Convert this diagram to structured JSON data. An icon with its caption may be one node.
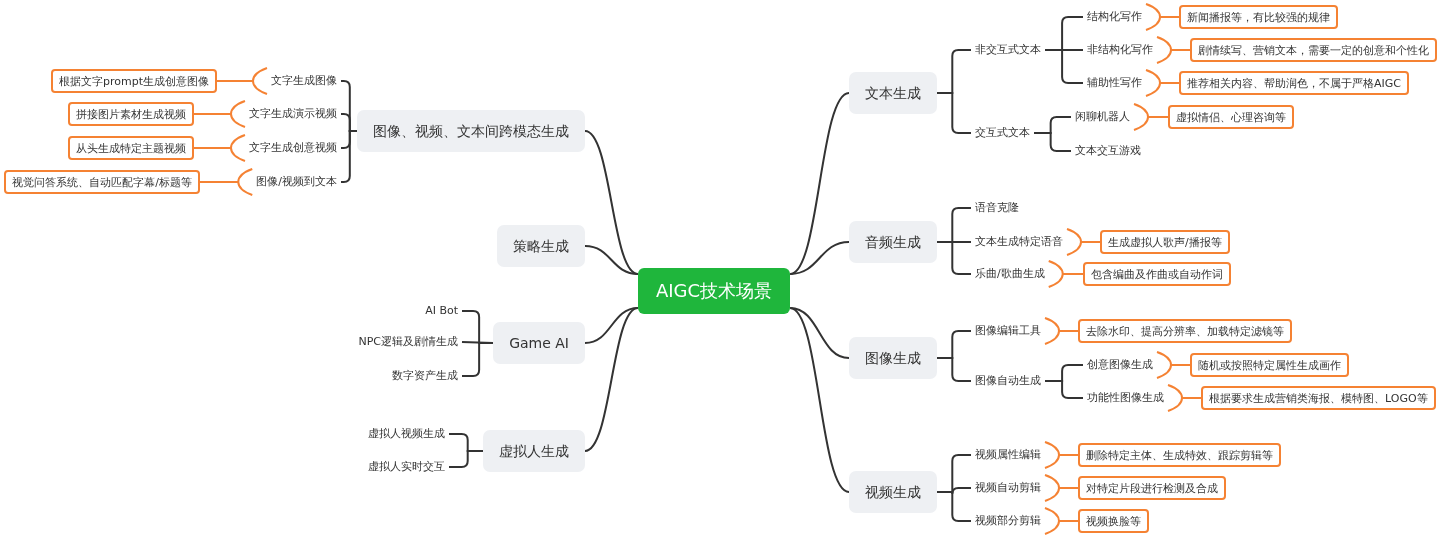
{
  "diagram": {
    "nodes": [
      {
        "text": [
          "AIGC技术场景"
        ]
      },
      {
        "text": [
          "图像、视频、文本间跨模态生成"
        ]
      },
      {
        "text": [
          "文字生成图像"
        ]
      },
      {
        "text": [
          "根据文字prompt生成创意图像"
        ]
      },
      {
        "text": [
          "文字生成演示视频"
        ]
      },
      {
        "text": [
          "拼接图片素材生成视频"
        ]
      },
      {
        "text": [
          "文字生成创意视频"
        ]
      },
      {
        "text": [
          "从头生成特定主题视频"
        ]
      },
      {
        "text": [
          "图像/视频到文本"
        ]
      },
      {
        "text": [
          "视觉问答系统、自动匹配字幕/标题等"
        ]
      },
      {
        "text": [
          "策略生成"
        ]
      },
      {
        "text": [
          "Game AI"
        ]
      },
      {
        "text": [
          "AI Bot"
        ]
      },
      {
        "text": [
          "NPC逻辑及剧情生成"
        ]
      },
      {
        "text": [
          "数字资产生成"
        ]
      },
      {
        "text": [
          "虚拟人生成"
        ]
      },
      {
        "text": [
          "虚拟人视频生成"
        ]
      },
      {
        "text": [
          "虚拟人实时交互"
        ]
      },
      {
        "text": [
          "文本生成"
        ]
      },
      {
        "text": [
          "非交互式文本"
        ]
      },
      {
        "text": [
          "结构化写作"
        ]
      },
      {
        "text": [
          "新闻播报等，有比较强的规律"
        ]
      },
      {
        "text": [
          "非结构化写作"
        ]
      },
      {
        "text": [
          "剧情续写、营销文本，需要一定的创意和个性化"
        ]
      },
      {
        "text": [
          "辅助性写作"
        ]
      },
      {
        "text": [
          "推荐相关内容、帮助润色，不属于严格AIGC"
        ]
      },
      {
        "text": [
          "交互式文本"
        ]
      },
      {
        "text": [
          "闲聊机器人"
        ]
      },
      {
        "text": [
          "虚拟情侣、心理咨询等"
        ]
      },
      {
        "text": [
          "文本交互游戏"
        ]
      },
      {
        "text": [
          "音频生成"
        ]
      },
      {
        "text": [
          "语音克隆"
        ]
      },
      {
        "text": [
          "文本生成特定语音"
        ]
      },
      {
        "text": [
          "生成虚拟人歌声/播报等"
        ]
      },
      {
        "text": [
          "乐曲/歌曲生成"
        ]
      },
      {
        "text": [
          "包含编曲及作曲或自动作词"
        ]
      },
      {
        "text": [
          "图像生成"
        ]
      },
      {
        "text": [
          "图像编辑工具"
        ]
      },
      {
        "text": [
          "去除水印、提高分辨率、加载特定滤镜等"
        ]
      },
      {
        "text": [
          "图像自动生成"
        ]
      },
      {
        "text": [
          "创意图像生成"
        ]
      },
      {
        "text": [
          "随机或按照特定属性生成画作"
        ]
      },
      {
        "text": [
          "功能性图像生成"
        ]
      },
      {
        "text": [
          "根据要求生成营销类海报、模特图、LOGO等"
        ]
      },
      {
        "text": [
          "视频生成"
        ]
      },
      {
        "text": [
          "视频属性编辑"
        ]
      },
      {
        "text": [
          "删除特定主体、生成特效、跟踪剪辑等"
        ]
      },
      {
        "text": [
          "视频自动剪辑"
        ]
      },
      {
        "text": [
          "对特定片段进行检测及合成"
        ]
      },
      {
        "text": [
          "视频部分剪辑"
        ]
      },
      {
        "text": [
          "视频换脸等"
        ]
      }
    ],
    "edges": [
      {
        "from": 0,
        "to": 1,
        "arrow": "none"
      },
      {
        "from": 0,
        "to": 10,
        "arrow": "none"
      },
      {
        "from": 0,
        "to": 11,
        "arrow": "none"
      },
      {
        "from": 0,
        "to": 15,
        "arrow": "none"
      },
      {
        "from": 0,
        "to": 18,
        "arrow": "none"
      },
      {
        "from": 0,
        "to": 30,
        "arrow": "none"
      },
      {
        "from": 0,
        "to": 36,
        "arrow": "none"
      },
      {
        "from": 0,
        "to": 44,
        "arrow": "none"
      },
      {
        "from": 1,
        "to": 2,
        "arrow": "none"
      },
      {
        "from": 1,
        "to": 4,
        "arrow": "none"
      },
      {
        "from": 1,
        "to": 6,
        "arrow": "none"
      },
      {
        "from": 1,
        "to": 8,
        "arrow": "none"
      },
      {
        "from": 2,
        "to": 3,
        "arrow": "none",
        "color": "#f58233"
      },
      {
        "from": 4,
        "to": 5,
        "arrow": "none",
        "color": "#f58233"
      },
      {
        "from": 6,
        "to": 7,
        "arrow": "none",
        "color": "#f58233"
      },
      {
        "from": 8,
        "to": 9,
        "arrow": "none",
        "color": "#f58233"
      },
      {
        "from": 11,
        "to": 12,
        "arrow": "none"
      },
      {
        "from": 11,
        "to": 13,
        "arrow": "none"
      },
      {
        "from": 11,
        "to": 14,
        "arrow": "none"
      },
      {
        "from": 15,
        "to": 16,
        "arrow": "none"
      },
      {
        "from": 15,
        "to": 17,
        "arrow": "none"
      },
      {
        "from": 18,
        "to": 19,
        "arrow": "none"
      },
      {
        "from": 18,
        "to": 26,
        "arrow": "none"
      },
      {
        "from": 19,
        "to": 20,
        "arrow": "none"
      },
      {
        "from": 19,
        "to": 22,
        "arrow": "none"
      },
      {
        "from": 19,
        "to": 24,
        "arrow": "none"
      },
      {
        "from": 20,
        "to": 21,
        "arrow": "none",
        "color": "#f58233"
      },
      {
        "from": 22,
        "to": 23,
        "arrow": "none",
        "color": "#f58233"
      },
      {
        "from": 24,
        "to": 25,
        "arrow": "none",
        "color": "#f58233"
      },
      {
        "from": 26,
        "to": 27,
        "arrow": "none"
      },
      {
        "from": 26,
        "to": 29,
        "arrow": "none"
      },
      {
        "from": 27,
        "to": 28,
        "arrow": "none",
        "color": "#f58233"
      },
      {
        "from": 30,
        "to": 31,
        "arrow": "none"
      },
      {
        "from": 30,
        "to": 32,
        "arrow": "none"
      },
      {
        "from": 30,
        "to": 34,
        "arrow": "none"
      },
      {
        "from": 32,
        "to": 33,
        "arrow": "none",
        "color": "#f58233"
      },
      {
        "from": 34,
        "to": 35,
        "arrow": "none",
        "color": "#f58233"
      },
      {
        "from": 36,
        "to": 37,
        "arrow": "none"
      },
      {
        "from": 36,
        "to": 39,
        "arrow": "none"
      },
      {
        "from": 37,
        "to": 38,
        "arrow": "none",
        "color": "#f58233"
      },
      {
        "from": 39,
        "to": 40,
        "arrow": "none"
      },
      {
        "from": 39,
        "to": 42,
        "arrow": "none"
      },
      {
        "from": 40,
        "to": 41,
        "arrow": "none",
        "color": "#f58233"
      },
      {
        "from": 42,
        "to": 43,
        "arrow": "none",
        "color": "#f58233"
      },
      {
        "from": 44,
        "to": 45,
        "arrow": "none"
      },
      {
        "from": 44,
        "to": 47,
        "arrow": "none"
      },
      {
        "from": 44,
        "to": 49,
        "arrow": "none"
      },
      {
        "from": 45,
        "to": 46,
        "arrow": "none",
        "color": "#f58233"
      },
      {
        "from": 47,
        "to": 48,
        "arrow": "none",
        "color": "#f58233"
      },
      {
        "from": 49,
        "to": 50,
        "arrow": "none",
        "color": "#f58233"
      }
    ]
  }
}
